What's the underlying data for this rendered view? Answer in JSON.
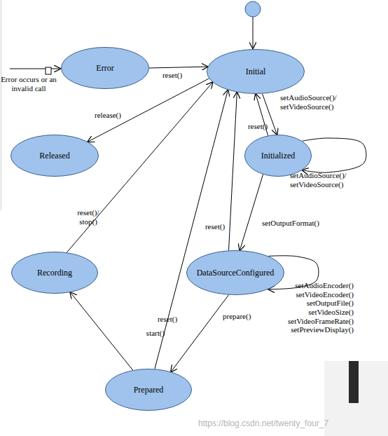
{
  "diagram": {
    "nodes": [
      {
        "text": [
          "Error"
        ]
      },
      {
        "text": [
          "Initial"
        ]
      },
      {
        "text": [
          "Released"
        ]
      },
      {
        "text": [
          "Initialized"
        ]
      },
      {
        "text": [
          "Recording"
        ]
      },
      {
        "text": [
          "DataSourceConfigured"
        ]
      },
      {
        "text": [
          "Prepared"
        ]
      }
    ],
    "edges": [
      {
        "from": 0,
        "to": 1,
        "arrow": "to",
        "label": "reset()"
      },
      {
        "from": 1,
        "to": 2,
        "arrow": "to",
        "label": "release()"
      },
      {
        "from": 1,
        "to": 3,
        "arrow": "to",
        "label": "setAudioSource()/ setVideoSource()"
      },
      {
        "from": 3,
        "to": 1,
        "arrow": "to",
        "label": "reset()"
      },
      {
        "from": 3,
        "to": 3,
        "arrow": "to",
        "label": "setAudioSource()/ setVideoSource()"
      },
      {
        "from": 3,
        "to": 5,
        "arrow": "to",
        "label": "setOutputFormat()"
      },
      {
        "from": 5,
        "to": 1,
        "arrow": "to",
        "label": "reset()"
      },
      {
        "from": 5,
        "to": 5,
        "arrow": "to",
        "label": "setAudioEncoder() setVideoEncoder() setOutputFile() setVideoSize() setVideoFrameRate() setPreviewDisplay()"
      },
      {
        "from": 5,
        "to": 6,
        "arrow": "to",
        "label": "prepare()"
      },
      {
        "from": 6,
        "to": 1,
        "arrow": "to",
        "label": "reset()"
      },
      {
        "from": 6,
        "to": 4,
        "arrow": "to",
        "label": "start()"
      },
      {
        "from": 4,
        "to": 1,
        "arrow": "to",
        "label": "reset()/ stop()"
      }
    ],
    "labels": [
      "Error occurs or an invalid call",
      "https://blog.csdn.net/twenty_four_7"
    ]
  }
}
